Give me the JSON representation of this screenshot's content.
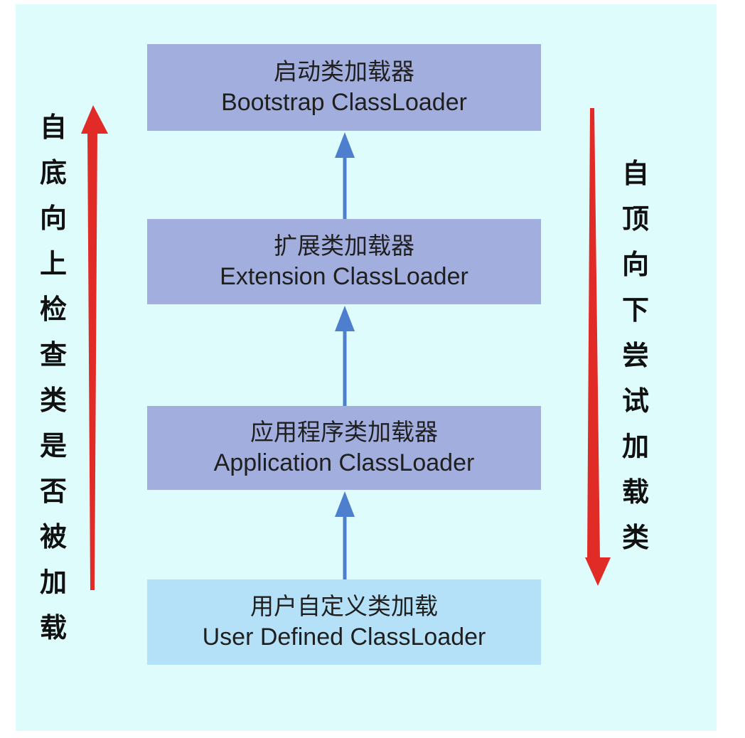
{
  "boxes": {
    "bootstrap": {
      "cn": "启动类加载器",
      "en": "Bootstrap ClassLoader"
    },
    "extension": {
      "cn": "扩展类加载器",
      "en": "Extension ClassLoader"
    },
    "application": {
      "cn": "应用程序类加载器",
      "en": "Application ClassLoader"
    },
    "user": {
      "cn": "用户自定义类加载",
      "en": "User Defined ClassLoader"
    }
  },
  "labels": {
    "left": "自底向上检查类是否被加载",
    "right": "自顶向下尝试加载类"
  },
  "colors": {
    "background": "#dffcfd",
    "box": "#a2aede",
    "user_box": "#b4e1f7",
    "connector_arrow": "#4e7fcf",
    "side_arrow": "#e02b27"
  }
}
